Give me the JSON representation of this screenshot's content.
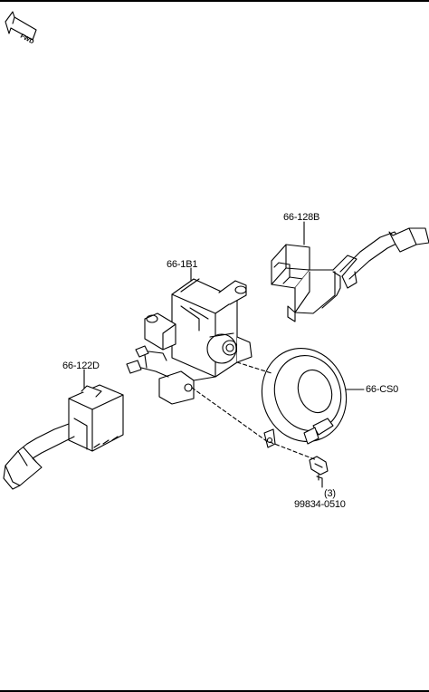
{
  "fwd_badge": {
    "text": "FWD"
  },
  "parts": [
    {
      "id": "turn-switch",
      "label": "66-128B"
    },
    {
      "id": "combination-switch-body",
      "label": "66-1B1"
    },
    {
      "id": "wiper-switch",
      "label": "66-122D"
    },
    {
      "id": "clock-spring",
      "label": "66-CS0"
    },
    {
      "id": "screw",
      "label": "99834-0510",
      "qty": "(3)"
    }
  ]
}
